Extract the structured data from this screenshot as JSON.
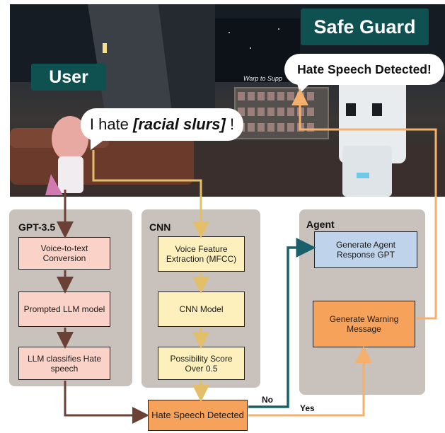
{
  "scene": {
    "user_tag": "User",
    "safeguard_tag": "Safe Guard",
    "user_bubble_prefix": "I hate ",
    "user_bubble_emph": "[racial slurs]",
    "user_bubble_suffix": " !",
    "detect_bubble": "Hate Speech Detected!",
    "sign_text": "Warp to Supp"
  },
  "panels": {
    "gpt": {
      "title": "GPT-3.5",
      "boxes": [
        "Voice-to-text Conversion",
        "Prompted LLM model",
        "LLM classifies Hate speech"
      ]
    },
    "cnn": {
      "title": "CNN",
      "boxes": [
        "Voice Feature Extraction (MFCC)",
        "CNN Model",
        "Possibility Score Over 0.5"
      ]
    },
    "agent": {
      "title": "Agent",
      "boxes": [
        "Generate Agent Response GPT",
        "Generate Warning Message"
      ]
    }
  },
  "center_box": "Hate Speech Detected",
  "edge_labels": {
    "no": "No",
    "yes": "Yes"
  },
  "colors": {
    "tag": "#0f5151",
    "arrow_gpt": "#6b4035",
    "arrow_cnn": "#e3bf6a",
    "arrow_yes": "#f4b06c",
    "arrow_no": "#19606a",
    "box_pink": "#fad2c7",
    "box_yellow": "#fdf0bd",
    "box_blue": "#bfd3ea",
    "box_orange": "#f6a25a",
    "panel": "#c8c1bc"
  }
}
